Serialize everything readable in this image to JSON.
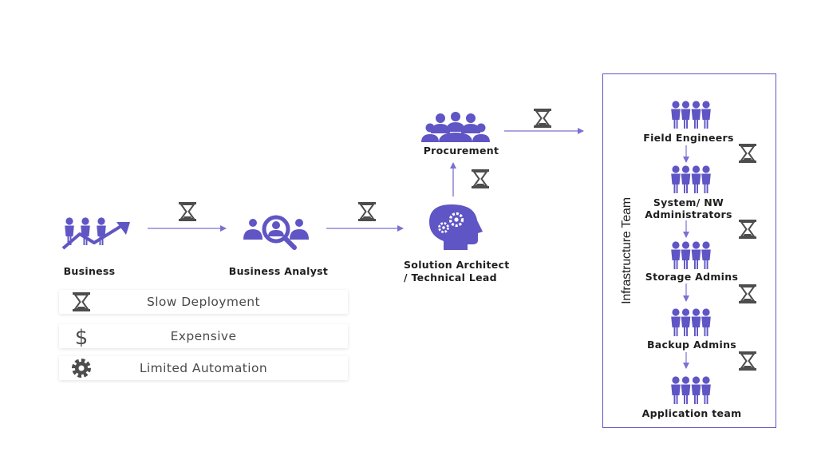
{
  "nodes": {
    "business": "Business",
    "business_analyst": "Business Analyst",
    "solution_architect": [
      "Solution Architect",
      "/ Technical Lead"
    ],
    "procurement": "Procurement"
  },
  "infrastructure": {
    "title": "Infrastructure Team",
    "teams": [
      [
        "Field Engineers"
      ],
      [
        "System/ NW",
        "Administrators"
      ],
      [
        "Storage Admins"
      ],
      [
        "Backup Admins"
      ],
      [
        "Application team"
      ]
    ]
  },
  "issues": [
    {
      "label": "Slow Deployment",
      "icon": "hourglass-icon"
    },
    {
      "label": "Expensive",
      "icon": "dollar-icon"
    },
    {
      "label": "Limited Automation",
      "icon": "gear-icon"
    }
  ],
  "colors": {
    "accent": "#5f55c4",
    "icon_gray": "#4d4d4d"
  }
}
